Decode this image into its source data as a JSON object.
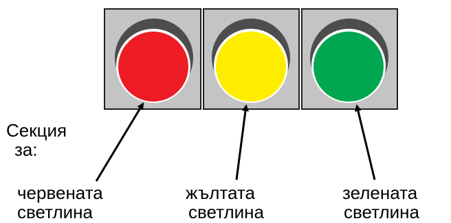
{
  "section_label": {
    "line1": "Секция",
    "line2": "за:"
  },
  "sections": [
    {
      "id": "red",
      "light_color": "#ee1c25",
      "label_line1": "червената",
      "label_line2": "светлина"
    },
    {
      "id": "yellow",
      "light_color": "#ffed00",
      "label_line1": "жълтата",
      "label_line2": "светлина"
    },
    {
      "id": "green",
      "light_color": "#00a650",
      "label_line1": "зелената",
      "label_line2": "светлина"
    }
  ],
  "colors": {
    "panel_fill": "#c4c4c4",
    "panel_border": "#231f20",
    "hood_shadow": "#4d4d4d",
    "lens_rim": "#ffffff",
    "arrow": "#000000"
  }
}
